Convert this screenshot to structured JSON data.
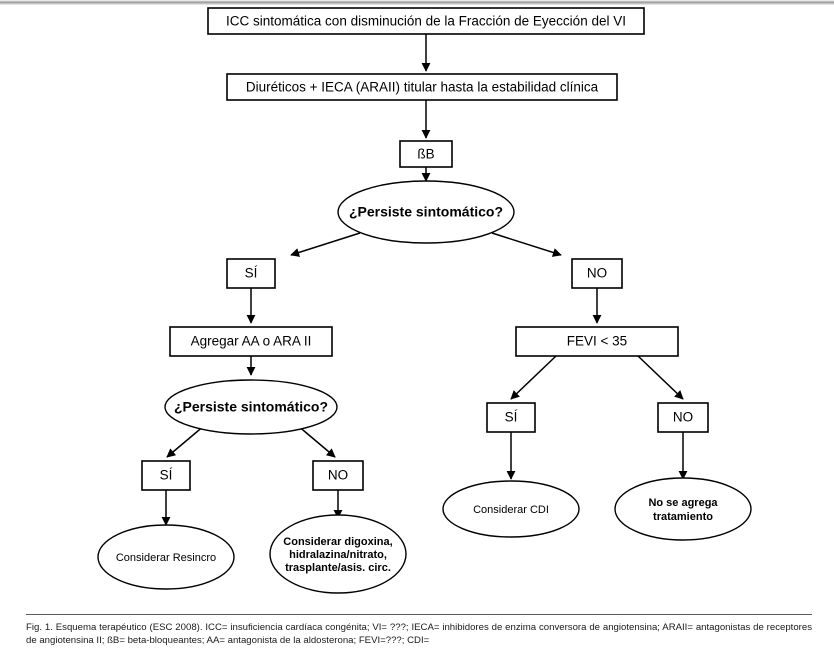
{
  "figure": {
    "caption": "Fig. 1. Esquema terapéutico (ESC 2008). ICC= insuficiencia cardíaca congénita; VI= ???; IECA= inhibidores de enzima conversora de angiotensina; ARAII= antagonistas de receptores de angiotensina II; ßB= beta-bloqueantes; AA= antagonista de la aldosterona; FEVI=???; CDI="
  },
  "chart_data": {
    "type": "diagram",
    "title": "Esquema terapéutico (ESC 2008)",
    "nodes": [
      {
        "id": "n1",
        "shape": "box",
        "text": "ICC sintomática con disminución de la Fracción de Eyección del VI"
      },
      {
        "id": "n2",
        "shape": "box",
        "text": "Diuréticos + IECA (ARAII) titular hasta la estabilidad clínica"
      },
      {
        "id": "n3",
        "shape": "box",
        "text": "ßB"
      },
      {
        "id": "n4",
        "shape": "ellipse",
        "text": "¿Persiste sintomático?"
      },
      {
        "id": "n5",
        "shape": "box",
        "text": "SÍ"
      },
      {
        "id": "n6",
        "shape": "box",
        "text": "NO"
      },
      {
        "id": "n7",
        "shape": "box",
        "text": "Agregar AA o ARA II"
      },
      {
        "id": "n8",
        "shape": "box",
        "text": "FEVI < 35"
      },
      {
        "id": "n9",
        "shape": "ellipse",
        "text": "¿Persiste sintomático?"
      },
      {
        "id": "n10",
        "shape": "box",
        "text": "SÍ"
      },
      {
        "id": "n11",
        "shape": "box",
        "text": "NO"
      },
      {
        "id": "n12",
        "shape": "box",
        "text": "SÍ"
      },
      {
        "id": "n13",
        "shape": "box",
        "text": "NO"
      },
      {
        "id": "n14",
        "shape": "ellipse",
        "text": "Considerar Resincro"
      },
      {
        "id": "n15",
        "shape": "ellipse",
        "text": "Considerar digoxina, hidralazina/nitrato, trasplante/asis. circ."
      },
      {
        "id": "n16",
        "shape": "ellipse",
        "text": "Considerar CDI"
      },
      {
        "id": "n17",
        "shape": "ellipse",
        "text": "No se agrega tratamiento"
      }
    ],
    "edges": [
      {
        "from": "n1",
        "to": "n2"
      },
      {
        "from": "n2",
        "to": "n3"
      },
      {
        "from": "n3",
        "to": "n4"
      },
      {
        "from": "n4",
        "to": "n5"
      },
      {
        "from": "n4",
        "to": "n6"
      },
      {
        "from": "n5",
        "to": "n7"
      },
      {
        "from": "n6",
        "to": "n8"
      },
      {
        "from": "n7",
        "to": "n9"
      },
      {
        "from": "n9",
        "to": "n10"
      },
      {
        "from": "n9",
        "to": "n11"
      },
      {
        "from": "n8",
        "to": "n12"
      },
      {
        "from": "n8",
        "to": "n13"
      },
      {
        "from": "n10",
        "to": "n14"
      },
      {
        "from": "n11",
        "to": "n15"
      },
      {
        "from": "n12",
        "to": "n16"
      },
      {
        "from": "n13",
        "to": "n17"
      }
    ]
  },
  "nodes": {
    "n1": {
      "label": "ICC sintomática con disminución de la Fracción de Eyección del VI"
    },
    "n2": {
      "label": "Diuréticos + IECA (ARAII) titular hasta la estabilidad clínica"
    },
    "n3": {
      "label": "ßB"
    },
    "n4": {
      "label": "¿Persiste sintomático?"
    },
    "n5": {
      "label": "SÍ"
    },
    "n6": {
      "label": "NO"
    },
    "n7": {
      "label": "Agregar AA o ARA II"
    },
    "n8": {
      "label": "FEVI < 35"
    },
    "n9": {
      "label": "¿Persiste sintomático?"
    },
    "n10": {
      "label": "SÍ"
    },
    "n11": {
      "label": "NO"
    },
    "n12": {
      "label": "SÍ"
    },
    "n13": {
      "label": "NO"
    },
    "n14": {
      "label": "Considerar Resincro"
    },
    "n15": {
      "line1": "Considerar digoxina,",
      "line2": "hidralazina/nitrato,",
      "line3": "trasplante/asis. circ."
    },
    "n16": {
      "label": "Considerar CDI"
    },
    "n17": {
      "line1": "No se agrega",
      "line2": "tratamiento"
    }
  },
  "colors": {
    "stroke": "#000000",
    "fill": "#ffffff",
    "caption_rule": "#5a5a5a"
  }
}
